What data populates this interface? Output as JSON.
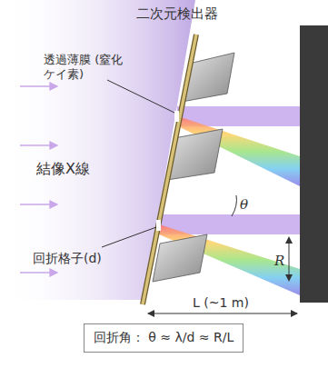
{
  "diagram": {
    "nodes": [
      {
        "text": [
          "回折角： θ ≈ λ/d ≈ R/L"
        ]
      }
    ],
    "labels": [
      "二次元検出器",
      "透過薄膜 (窒化ケイ素)",
      "結像X線",
      "回折格子(d)",
      "θ",
      "R",
      "L (~1 m)"
    ]
  }
}
